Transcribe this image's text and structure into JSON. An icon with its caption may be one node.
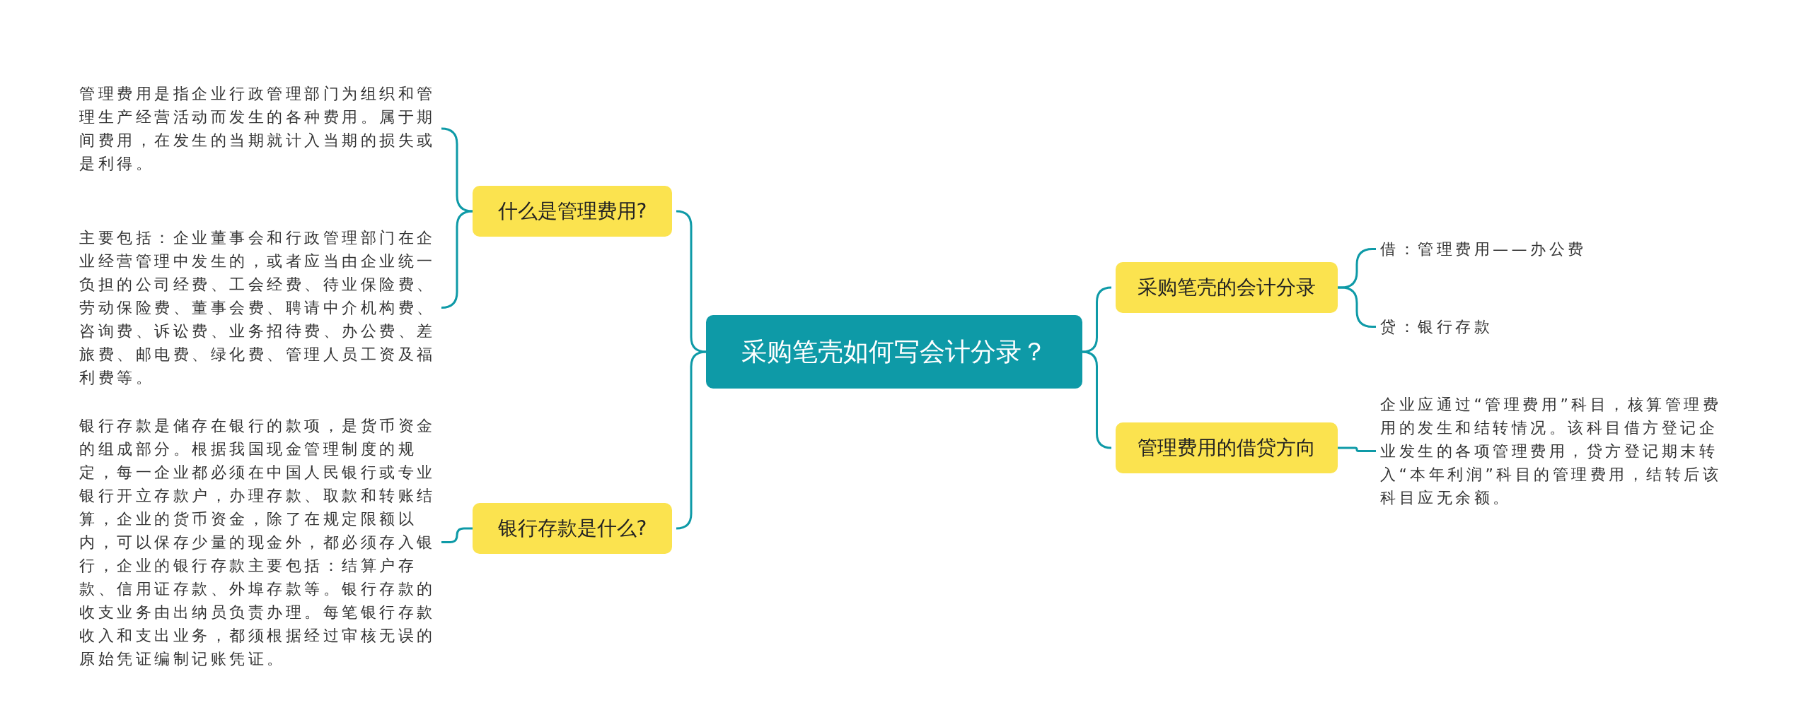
{
  "diagram": {
    "nodes": [
      {
        "text": [
          "采购笔壳如何写会计分录？"
        ]
      },
      {
        "text": [
          "什么是管理费用?"
        ]
      },
      {
        "text": [
          "管理费用是指企业行政管理部门为组织和管理生产经营活动而发生的各种费用。属于期间费用，在发生的当期就计入当期的损失或是利得。"
        ]
      },
      {
        "text": [
          "主要包括：企业董事会和行政管理部门在企业经营管理中发生的，或者应当由企业统一负担的公司经费、工会经费、待业保险费、劳动保险费、董事会费、聘请中介机构费、咨询费、诉讼费、业务招待费、办公费、差旅费、邮电费、绿化费、管理人员工资及福利费等。"
        ]
      },
      {
        "text": [
          "银行存款是什么?"
        ]
      },
      {
        "text": [
          "银行存款是储存在银行的款项，是货币资金的组成部分。根据我国现金管理制度的规定，每一企业都必须在中国人民银行或专业银行开立存款户，办理存款、取款和转账结算，企业的货币资金，除了在规定限额以内，可以保存少量的现金外，都必须存入银行，企业的银行存款主要包括：结算户存款、信用证存款、外埠存款等。银行存款的收支业务由出纳员负责办理。每笔银行存款收入和支出业务，都须根据经过审核无误的原始凭证编制记账凭证。"
        ]
      },
      {
        "text": [
          "采购笔壳的会计分录"
        ]
      },
      {
        "text": [
          "借：管理费用——办公费"
        ]
      },
      {
        "text": [
          "贷：银行存款"
        ]
      },
      {
        "text": [
          "管理费用的借贷方向"
        ]
      },
      {
        "text": [
          "企业应通过“管理费用”科目，核算管理费用的发生和结转情况。该科目借方登记企业发生的各项管理费用，贷方登记期末转入“本年利润”科目的管理费用，结转后该科目应无余额。"
        ]
      }
    ],
    "edges": [
      {
        "from": 0,
        "to": 1,
        "arrow": "none"
      },
      {
        "from": 0,
        "to": 4,
        "arrow": "none"
      },
      {
        "from": 0,
        "to": 6,
        "arrow": "none"
      },
      {
        "from": 0,
        "to": 9,
        "arrow": "none"
      },
      {
        "from": 1,
        "to": 2,
        "arrow": "none"
      },
      {
        "from": 1,
        "to": 3,
        "arrow": "none"
      },
      {
        "from": 4,
        "to": 5,
        "arrow": "none"
      },
      {
        "from": 6,
        "to": 7,
        "arrow": "none"
      },
      {
        "from": 6,
        "to": 8,
        "arrow": "none"
      },
      {
        "from": 9,
        "to": 10,
        "arrow": "none"
      }
    ]
  }
}
